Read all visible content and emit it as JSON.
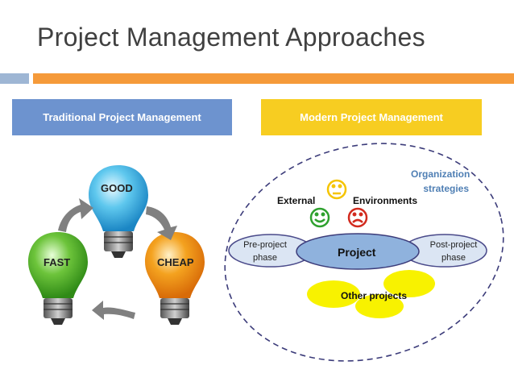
{
  "slide": {
    "title": "Project Management Approaches"
  },
  "left_panel": {
    "header": "Traditional Project Management",
    "bulbs": [
      {
        "label": "GOOD",
        "color": "#5fc8ee"
      },
      {
        "label": "FAST",
        "color": "#6dc43b"
      },
      {
        "label": "CHEAP",
        "color": "#f08a1c"
      }
    ]
  },
  "right_panel": {
    "header": "Modern Project Management",
    "org_strategies_line1": "Organization",
    "org_strategies_line2": "strategies",
    "external": "External",
    "environments": "Environments",
    "pre_project_line1": "Pre-project",
    "pre_project_line2": "phase",
    "project": "Project",
    "post_project_line1": "Post-project",
    "post_project_line2": "phase",
    "other_projects": "Other projects",
    "faces": [
      {
        "mood": "neutral",
        "color": "#f5c400"
      },
      {
        "mood": "happy",
        "color": "#2ea12e"
      },
      {
        "mood": "sad",
        "color": "#d22a1e"
      }
    ]
  }
}
